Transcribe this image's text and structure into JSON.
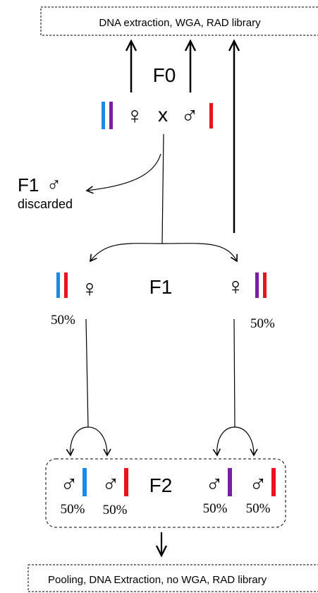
{
  "top_box": {
    "label": "DNA extraction, WGA, RAD library"
  },
  "bottom_box": {
    "label": "Pooling, DNA Extraction, no WGA, RAD library"
  },
  "f0": {
    "generation_label": "F0",
    "cross_symbol": "x",
    "female_symbol": "♀",
    "male_symbol": "♂"
  },
  "f1_discard": {
    "label": "F1",
    "male_symbol": "♂",
    "note": "discarded"
  },
  "f1": {
    "generation_label": "F1",
    "female_symbol": "♀",
    "left_percent": "50%",
    "right_percent": "50%"
  },
  "f2": {
    "generation_label": "F2",
    "male_symbol": "♂",
    "percents": [
      "50%",
      "50%",
      "50%",
      "50%"
    ]
  },
  "colors": {
    "blue": "#1e88e5",
    "purple": "#7b1fa2",
    "red": "#e8141c",
    "line": "#000000"
  }
}
